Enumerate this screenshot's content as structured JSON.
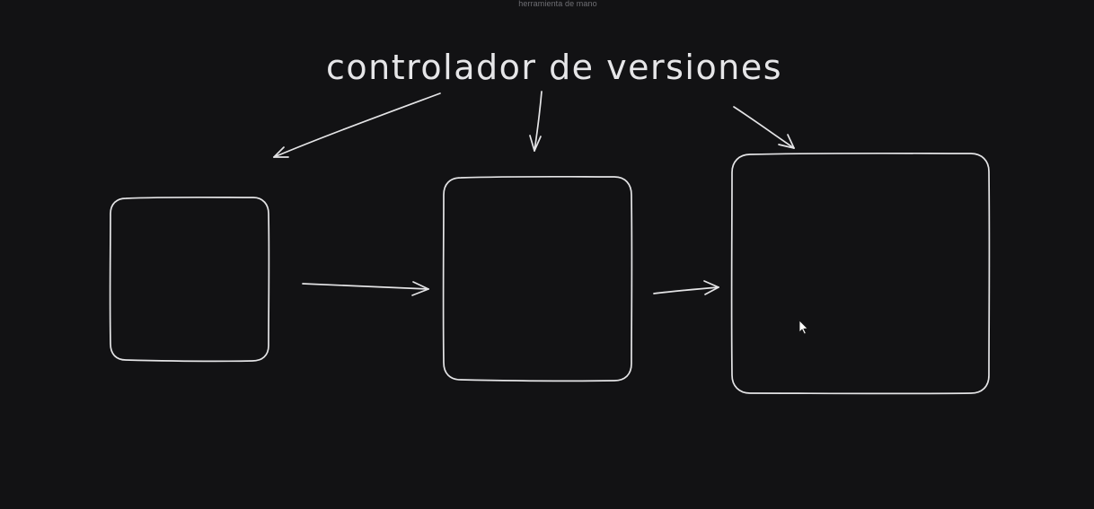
{
  "toolbar": {
    "hint": "herramienta de mano"
  },
  "diagram": {
    "title": "controlador de versiones",
    "stroke_color": "#e4e4e6",
    "background_color": "#121214",
    "nodes": [
      {
        "id": "version-1",
        "label": ""
      },
      {
        "id": "version-2",
        "label": ""
      },
      {
        "id": "version-3",
        "label": ""
      }
    ],
    "edges": [
      {
        "from": "title",
        "to": "version-1"
      },
      {
        "from": "title",
        "to": "version-2"
      },
      {
        "from": "title",
        "to": "version-3"
      },
      {
        "from": "version-1",
        "to": "version-2"
      },
      {
        "from": "version-2",
        "to": "version-3"
      }
    ]
  },
  "cursor": {
    "icon": "mouse-pointer-icon"
  }
}
